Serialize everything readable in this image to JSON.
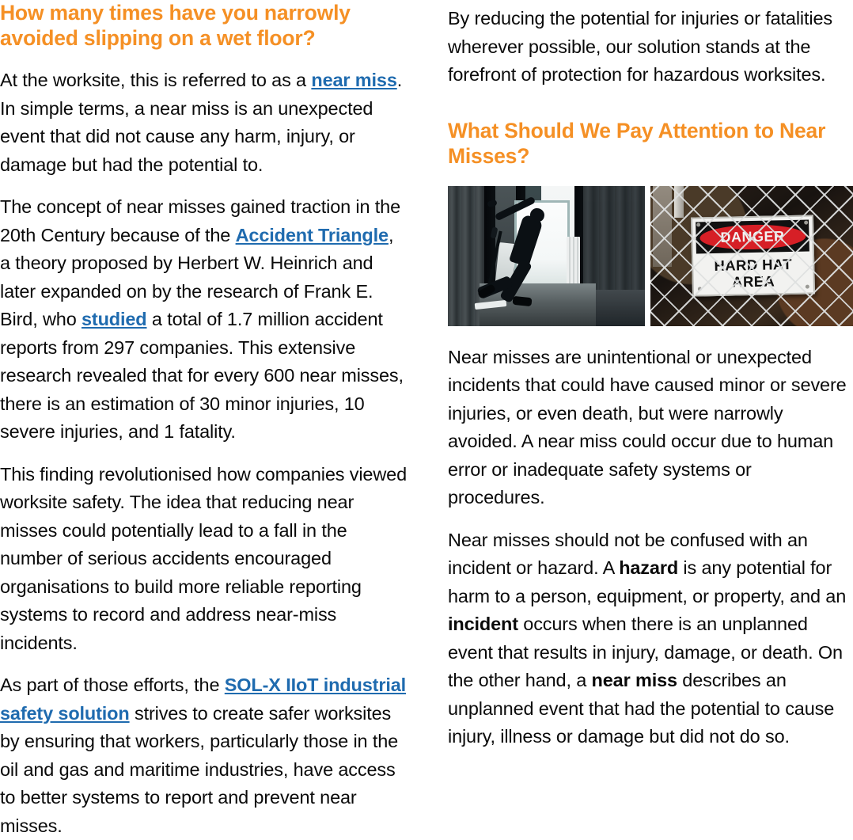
{
  "document": {
    "type": "article-spread",
    "colors": {
      "heading_orange": "#F59025",
      "link_blue": "#1F6BAF",
      "body_black": "#0A0A0A",
      "page_background": "#FFFFFF",
      "danger_red": "#D61F26"
    }
  },
  "left_column": {
    "heading": "How many times have you narrowly avoided slipping on a wet floor?",
    "paragraph_1": {
      "part_1": "At the worksite, this is referred to as a ",
      "link_1": "near miss",
      "part_2": ". In simple terms, a near miss is an unexpected event that did not cause any harm, injury, or damage but had the potential to."
    },
    "paragraph_2": {
      "part_1": "The concept of near misses gained traction in the 20th Century because of the ",
      "link_1": "Accident Triangle",
      "part_2": ", a theory proposed by Herbert W. Heinrich and later expanded on by the research of Frank E. Bird, who ",
      "link_2": "studied",
      "part_3": " a total of 1.7 million accident reports from 297 companies. This extensive research revealed that for every 600 near misses, there is an estimation of 30 minor injuries, 10 severe injuries, and 1 fatality."
    },
    "paragraph_3": "This finding revolutionised how companies viewed worksite safety. The idea that reducing near misses could potentially lead to a fall in the number of serious accidents encouraged organisations to build more reliable reporting systems to record and address near-miss incidents.",
    "paragraph_4": {
      "part_1": "As part of those efforts, the ",
      "link_1": "SOL-X IIoT industrial safety solution",
      "part_2": " strives to create safer worksites by ensuring that workers, particularly those in the oil and gas and maritime industries, have access to better systems to report and prevent near misses."
    }
  },
  "right_column": {
    "paragraph_1": "By reducing the potential for injuries or fatalities wherever possible, our solution stands at the forefront of protection for hazardous worksites.",
    "heading": "What Should We Pay Attention to Near Misses?",
    "figures": [
      {
        "name": "worker-slipping-on-wet-floor-photo",
        "alt": "Silhouette of a worker slipping on a wet corridor floor while holding a mop"
      },
      {
        "name": "danger-hard-hat-area-sign-photo",
        "alt": "DANGER HARD HAT AREA warning sign mounted on a chain-link fence",
        "sign_text": {
          "line_1": "DANGER",
          "line_2": "HARD HAT",
          "line_3": "AREA"
        }
      }
    ],
    "paragraph_2": "Near misses are unintentional or unexpected incidents that could have caused minor or severe injuries, or even death, but were narrowly avoided. A near miss could occur due to human error or inadequate safety systems or procedures.",
    "paragraph_3": {
      "part_1": "Near misses should not be confused with an incident or hazard. A ",
      "bold_1": "hazard",
      "part_2": " is any potential for harm to a person, equipment, or property, and an ",
      "bold_2": "incident",
      "part_3": " occurs when there is an unplanned event that results in injury, damage, or death. On the other hand, a ",
      "bold_3": "near miss",
      "part_4": " describes an unplanned event that had the potential to cause injury, illness or damage but did not do so."
    }
  }
}
